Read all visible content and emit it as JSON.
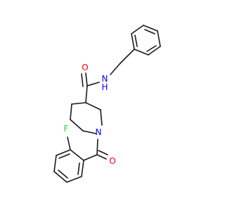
{
  "molecule": {
    "atoms": {
      "nitrogen_amide": {
        "text": "N",
        "color": "#0000ff"
      },
      "amide_h": {
        "text": "H",
        "color": "#0000ff"
      },
      "oxygen_amide": {
        "text": "O",
        "color": "#ff0000"
      },
      "nitrogen_ring": {
        "text": "N",
        "color": "#0000ff"
      },
      "oxygen_ketone": {
        "text": "O",
        "color": "#ff0000"
      },
      "fluorine": {
        "text": "F",
        "color": "#33cc33"
      }
    },
    "bond_color": "#1a1a1a"
  }
}
